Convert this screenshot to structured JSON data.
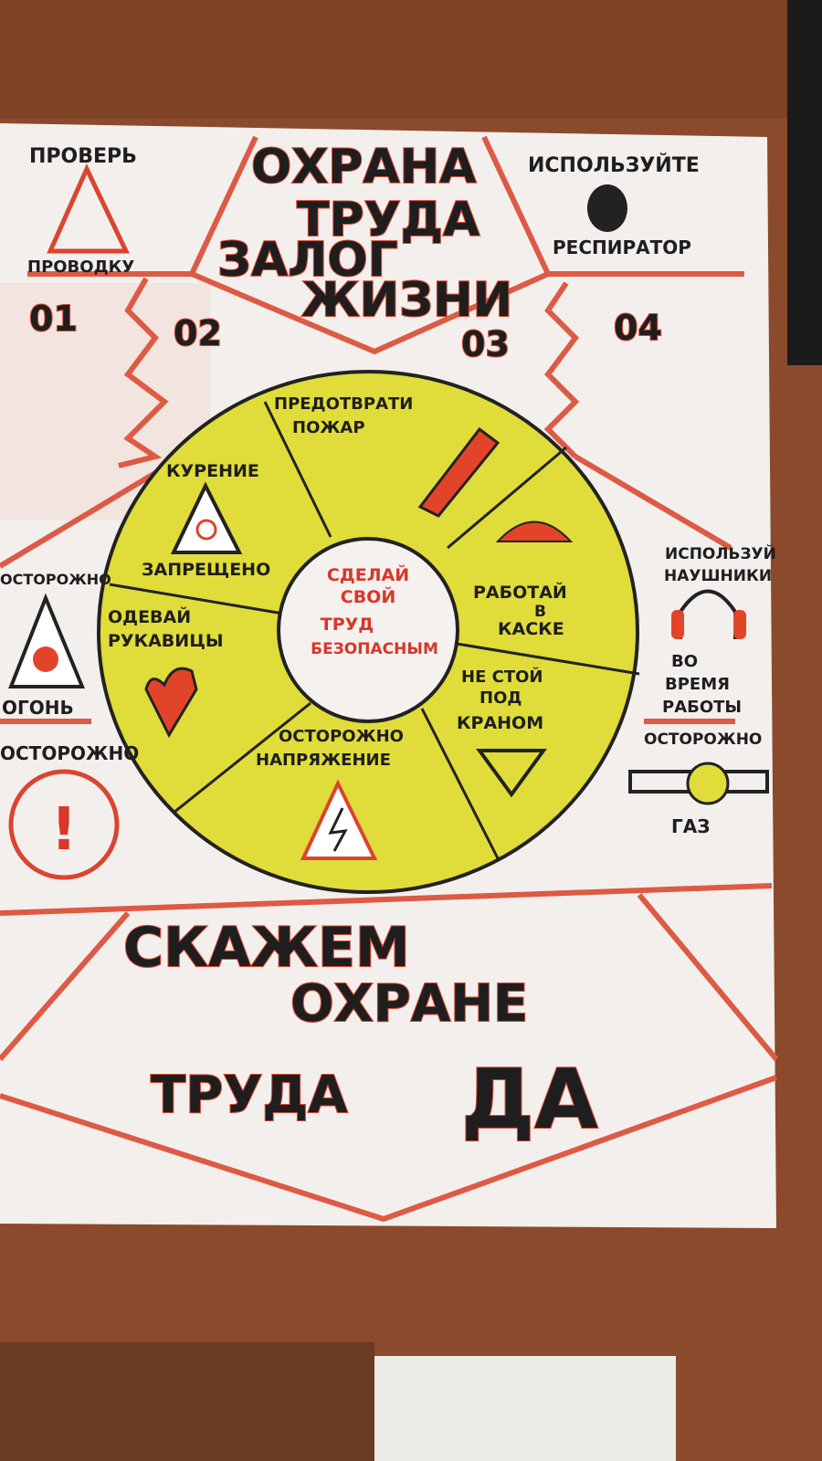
{
  "poster": {
    "title_lines": [
      "ОХРАНА",
      "ТРУДА",
      "ЗАЛОГ",
      "ЖИЗНИ"
    ],
    "top_left": {
      "top": "ПРОВЕРЬ",
      "bottom": "ПРОВОДКУ"
    },
    "top_right": {
      "top": "ИСПОЛЬЗУЙТЕ",
      "bottom": "РЕСПИРАТОР"
    },
    "numbers": [
      "01",
      "02",
      "03",
      "04"
    ],
    "center": [
      "СДЕЛАЙ",
      "СВОЙ",
      "ТРУД",
      "БЕЗОПАСНЫМ"
    ],
    "segments": {
      "fire": [
        "ПРЕДОТВРАТИ",
        "ПОЖАР"
      ],
      "smoking": [
        "КУРЕНИЕ",
        "ЗАПРЕЩЕНО"
      ],
      "helmet": [
        "РАБОТАЙ",
        "В",
        "КАСКЕ"
      ],
      "gloves": [
        "ОДЕВАЙ",
        "РУКАВИЦЫ"
      ],
      "crane": [
        "НЕ СТОЙ",
        "ПОД",
        "КРАНОМ"
      ],
      "voltage": [
        "ОСТОРОЖНО",
        "НАПРЯЖЕНИЕ"
      ]
    },
    "left_side": {
      "fire_top": "ОСТОРОЖНО",
      "fire_bottom": "ОГОНЬ",
      "warning_top": "ОСТОРОЖНО"
    },
    "right_side": {
      "headphones": [
        "ИСПОЛЬЗУЙ",
        "НАУШНИКИ",
        "ВО",
        "ВРЕМЯ",
        "РАБОТЫ"
      ],
      "gas_top": "ОСТОРОЖНО",
      "gas_bottom": "ГАЗ"
    },
    "bottom_lines": [
      "СКАЖЕМ",
      "ОХРАНЕ",
      "ТРУДА",
      "ДА"
    ]
  },
  "colors": {
    "wood": "#8b4a2b",
    "paper": "#f3efec",
    "red": "#d9452f",
    "yellow": "#e0dc3a"
  }
}
